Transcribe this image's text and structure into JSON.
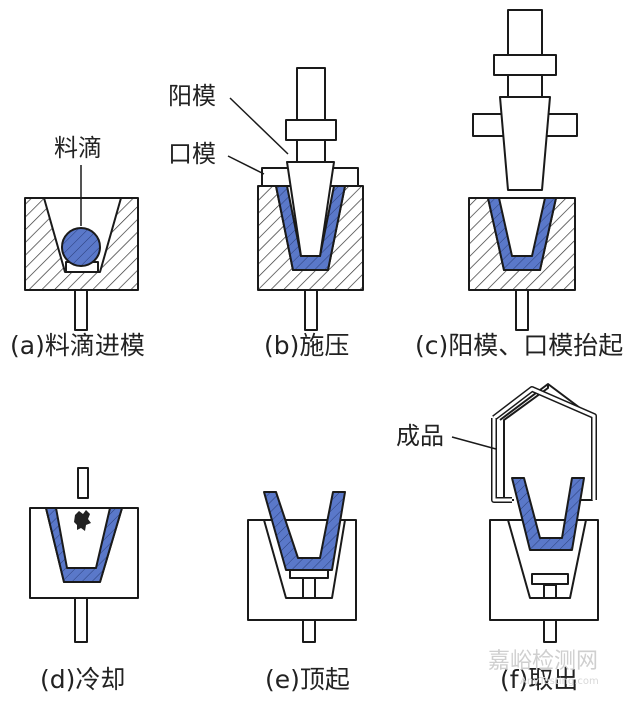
{
  "labels": {
    "gob": "料滴",
    "plunger": "阳模",
    "ring_mold": "口模",
    "product": "成品"
  },
  "captions": {
    "a": "(a)料滴进模",
    "b": "(b)施压",
    "c": "(c)阳模、口模抬起",
    "d": "(d)冷却",
    "e": "(e)顶起",
    "f": "(f)取出"
  },
  "watermark": {
    "text": "嘉峪检测网",
    "url": "AnyTesting.com"
  },
  "colors": {
    "glass": "#5a78c9",
    "outline": "#1a1a1a",
    "hatch": "#333333",
    "background": "#ffffff"
  }
}
